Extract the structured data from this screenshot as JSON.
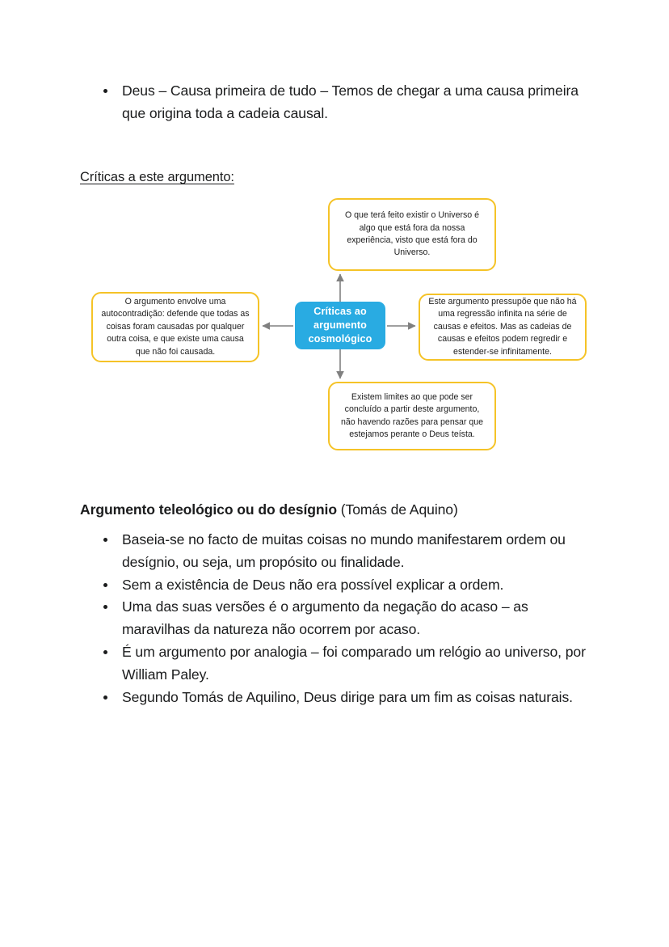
{
  "document": {
    "top_bullets": [
      "Deus – Causa primeira de tudo – Temos de chegar a uma causa primeira que origina toda a cadeia causal."
    ],
    "subheading": "Críticas a este argumento:",
    "heading": {
      "bold_part": "Argumento teleológico ou do desígnio",
      "normal_part": " (Tomás de Aquino)"
    },
    "bottom_bullets": [
      "Baseia-se no facto de muitas coisas no mundo manifestarem ordem ou desígnio, ou seja, um propósito ou finalidade.",
      "Sem a existência de Deus não era possível explicar a ordem.",
      "Uma das suas versões é o argumento da negação do acaso – as maravilhas da natureza não ocorrem por acaso.",
      "É um argumento por analogia – foi comparado um relógio ao universo, por William Paley.",
      "Segundo Tomás de Aquilino, Deus dirige para um fim as coisas naturais."
    ]
  },
  "diagram": {
    "center": "Críticas ao argumento cosmológico",
    "top": "O que terá feito existir o Universo é algo que está fora da nossa experiência, visto que está fora do Universo.",
    "left": "O argumento envolve uma autocontradição: defende que todas as coisas foram causadas por qualquer outra coisa, e que existe uma causa que não foi causada.",
    "right": "Este argumento pressupõe que não há uma regressão infinita na série de causas e efeitos. Mas as cadeias de causas e efeitos podem regredir e estender-se infinitamente.",
    "bottom": "Existem limites ao que pode ser concluído a partir deste argumento, não havendo razões para pensar que estejamos perante o Deus teísta.",
    "colors": {
      "node_border": "#F5C327",
      "center_fill": "#29ABE2",
      "center_text": "#FFFFFF",
      "connector": "#808080",
      "page_text": "#1B1C1D"
    }
  }
}
